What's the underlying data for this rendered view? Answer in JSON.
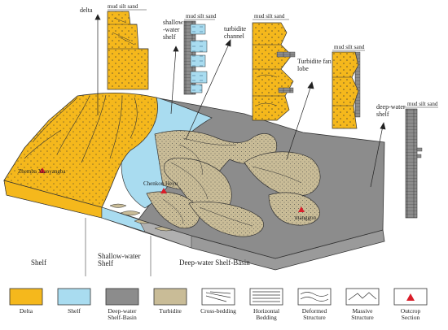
{
  "colors": {
    "delta": "#F5B81C",
    "shelf": "#A9DCF0",
    "deep_basin": "#8C8C8C",
    "turbidite": "#C9BC97",
    "outcrop": "#D91E2A",
    "stroke": "#333333"
  },
  "diagram": {
    "region_labels": {
      "delta": "delta",
      "shallow_shelf": "shallow\n-water\nshelf",
      "turbidite_channel": "turbidite\nchannel",
      "fan_lobe": "Turbidite fan\nlobe",
      "deep_shelf": "deep-water\nshelf"
    },
    "outcrops": {
      "zhemba": "Zhemba Xiaoyangba",
      "chenkou": "Chenkou Heyu",
      "manggou": "manggou"
    },
    "zones": {
      "shelf": "Shelf",
      "shallow_water_shelf": "Shallow-water\nShelf",
      "deep_water_basin": "Deep-water Shelf-Basin"
    },
    "column_header": "mud silt sand"
  },
  "legend": [
    {
      "key": "delta",
      "label": "Delta",
      "icon": "delta-swatch"
    },
    {
      "key": "shelf",
      "label": "Shelf",
      "icon": "shelf-swatch"
    },
    {
      "key": "deep",
      "label": "Deep-water\nShelf-Basin",
      "icon": "deep-basin-swatch"
    },
    {
      "key": "turbidite",
      "label": "Turbidite",
      "icon": "turbidite-swatch"
    },
    {
      "key": "cross",
      "label": "Cross-bedding",
      "icon": "cross-bedding-icon"
    },
    {
      "key": "horizontal",
      "label": "Horizontal\nBedding",
      "icon": "horizontal-bedding-icon"
    },
    {
      "key": "deformed",
      "label": "Deformed\nStructure",
      "icon": "deformed-structure-icon"
    },
    {
      "key": "massive",
      "label": "Massive\nStructure",
      "icon": "massive-structure-icon"
    },
    {
      "key": "outcrop",
      "label": "Outcrop\nSection",
      "icon": "outcrop-icon"
    }
  ]
}
